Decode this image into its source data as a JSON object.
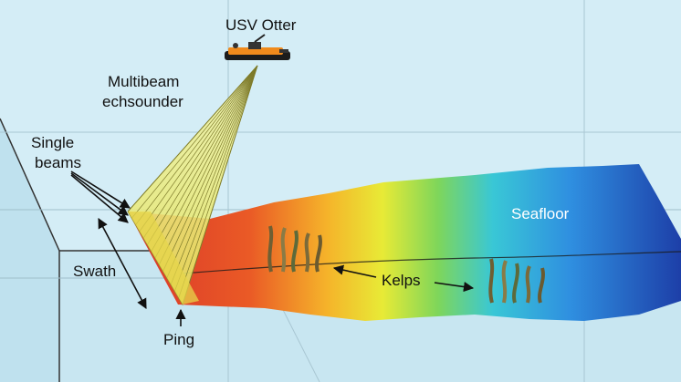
{
  "labels": {
    "vessel": "USV Otter",
    "sounder_line1": "Multibeam",
    "sounder_line2": "echsounder",
    "beams_line1": "Single",
    "beams_line2": "beams",
    "swath": "Swath",
    "ping": "Ping",
    "kelps": "Kelps",
    "seafloor": "Seafloor"
  },
  "colors": {
    "water": "#cfe9f4",
    "water_edge": "#2b2b2b",
    "beam_fan": "#e9ec7a",
    "beam_line": "#b8b13a",
    "vessel_hull": "#f08a1c",
    "kelp": "#7b6a3a",
    "seafloor_shallow": "#d83a26",
    "seafloor_mid": "#f2e62a",
    "seafloor_deep": "#1f4fb0"
  },
  "icons": {
    "vessel": "usv-boat-icon",
    "kelp": "kelp-icon"
  }
}
